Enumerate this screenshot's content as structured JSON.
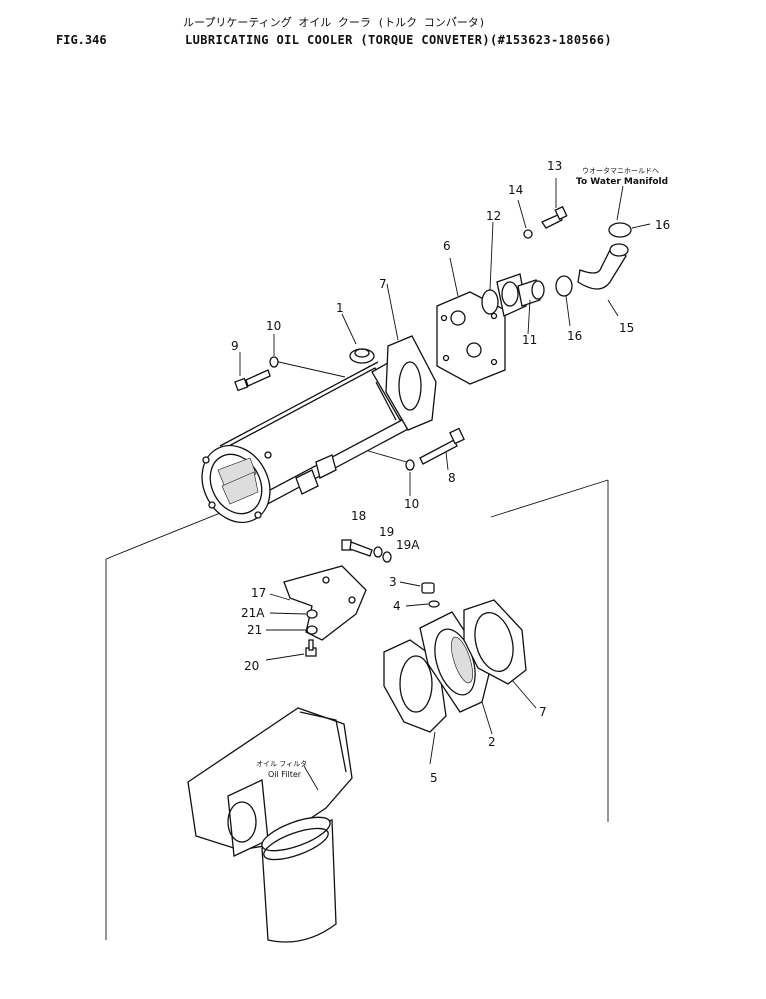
{
  "header": {
    "jp_title": "ループ゙リケーティング゙ オイル クーラ (トルク コンバ゙ータ)",
    "fig_no": "FIG.346",
    "title": "LUBRICATING OIL COOLER (TORQUE CONVETER)(#153623-180566)"
  },
  "notes": {
    "water_jp": "ウオータマニホールドへ",
    "water_en": "To Water Manifold",
    "filter_jp": "オイル フィルタ",
    "filter_en": "Oil Filter"
  },
  "parts": [
    "1",
    "2",
    "3",
    "4",
    "5",
    "6",
    "7",
    "7",
    "8",
    "9",
    "10",
    "10",
    "11",
    "12",
    "13",
    "14",
    "15",
    "16",
    "16",
    "17",
    "18",
    "19",
    "19A",
    "20",
    "21",
    "21A"
  ]
}
